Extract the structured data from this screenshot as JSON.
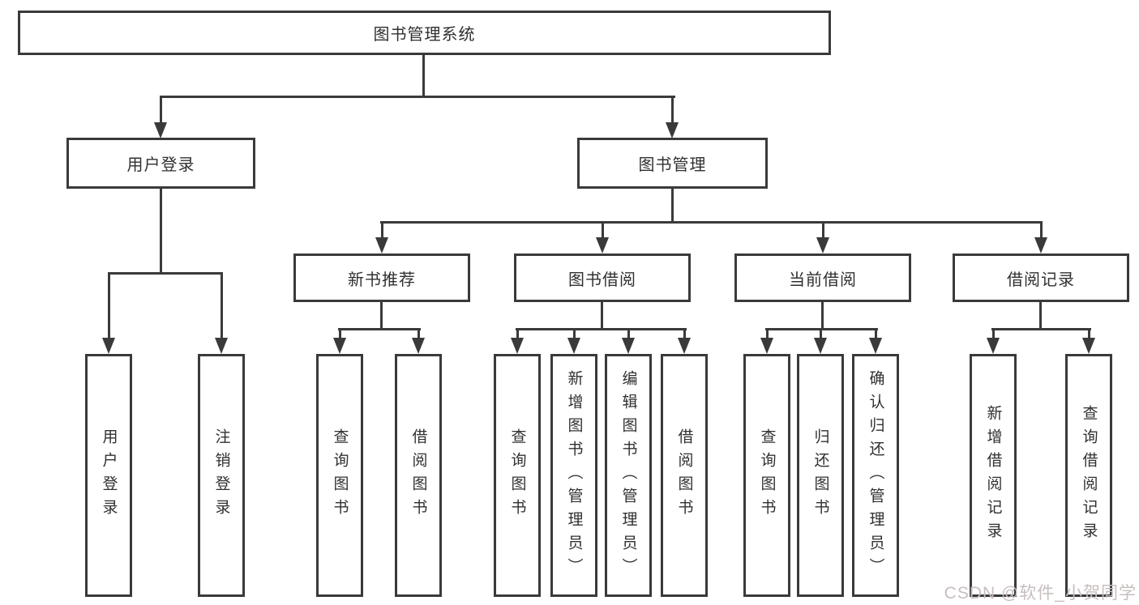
{
  "diagram_title": "图书管理系统",
  "tree": {
    "root": {
      "label": "图书管理系统",
      "children": [
        {
          "label": "用户登录",
          "children": [
            {
              "label": "用户登录"
            },
            {
              "label": "注销登录"
            }
          ]
        },
        {
          "label": "图书管理",
          "children": [
            {
              "label": "新书推荐",
              "children": [
                {
                  "label": "查询图书"
                },
                {
                  "label": "借阅图书"
                }
              ]
            },
            {
              "label": "图书借阅",
              "children": [
                {
                  "label": "查询图书"
                },
                {
                  "label": "新增图书（管理员）"
                },
                {
                  "label": "编辑图书（管理员）"
                },
                {
                  "label": "借阅图书"
                }
              ]
            },
            {
              "label": "当前借阅",
              "children": [
                {
                  "label": "查询图书"
                },
                {
                  "label": "归还图书"
                },
                {
                  "label": "确认归还（管理员）"
                }
              ]
            },
            {
              "label": "借阅记录",
              "children": [
                {
                  "label": "新增借阅记录"
                },
                {
                  "label": "查询借阅记录"
                }
              ]
            }
          ]
        }
      ]
    }
  },
  "watermark": {
    "text": "CSDN @软件_小贺同学",
    "color": "#c8bebe"
  },
  "colors": {
    "line": "#3a3a3a",
    "text": "#303030",
    "background": "#ffffff"
  }
}
